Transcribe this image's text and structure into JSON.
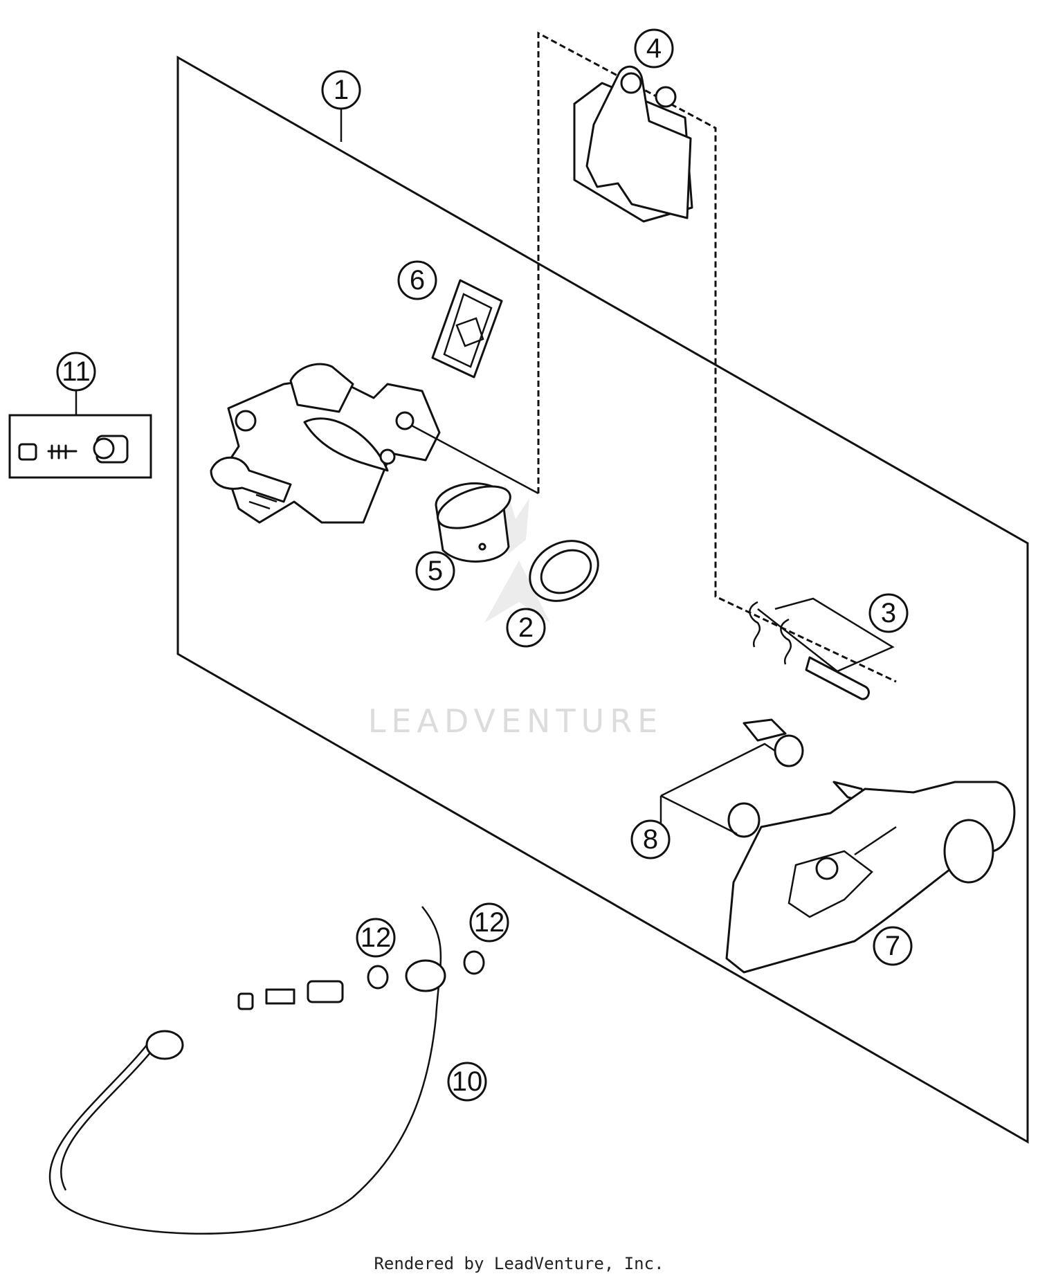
{
  "callouts": [
    {
      "id": "1",
      "label": "1"
    },
    {
      "id": "2",
      "label": "2"
    },
    {
      "id": "3",
      "label": "3"
    },
    {
      "id": "4",
      "label": "4"
    },
    {
      "id": "5",
      "label": "5"
    },
    {
      "id": "6",
      "label": "6"
    },
    {
      "id": "7",
      "label": "7"
    },
    {
      "id": "8",
      "label": "8"
    },
    {
      "id": "10",
      "label": "10"
    },
    {
      "id": "11",
      "label": "11"
    },
    {
      "id": "12a",
      "label": "12"
    },
    {
      "id": "12b",
      "label": "12"
    }
  ],
  "watermark": "LEADVENTURE",
  "footer": "Rendered by LeadVenture, Inc."
}
